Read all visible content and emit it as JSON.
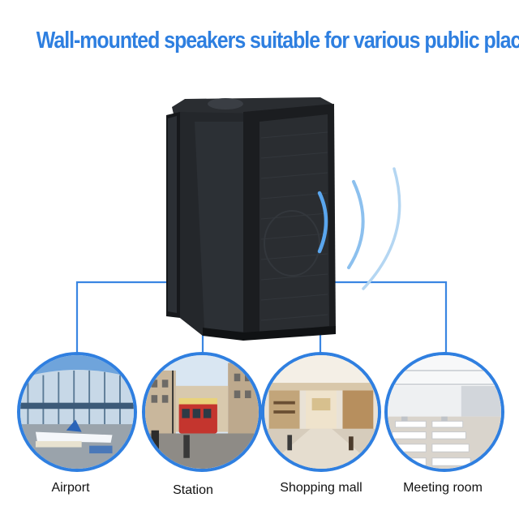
{
  "headline": "Wall-mounted speakers suitable for various public places",
  "colors": {
    "accent": "#2e7fe0",
    "connector": "#3a86e2",
    "speaker_body": "#1f2226",
    "sound_wave": "#7fb8ee"
  },
  "places": [
    {
      "label": "Airport",
      "scene": "airport"
    },
    {
      "label": "Station",
      "scene": "station"
    },
    {
      "label": "Shopping mall",
      "scene": "shopping-mall"
    },
    {
      "label": "Meeting room",
      "scene": "meeting-room"
    }
  ]
}
